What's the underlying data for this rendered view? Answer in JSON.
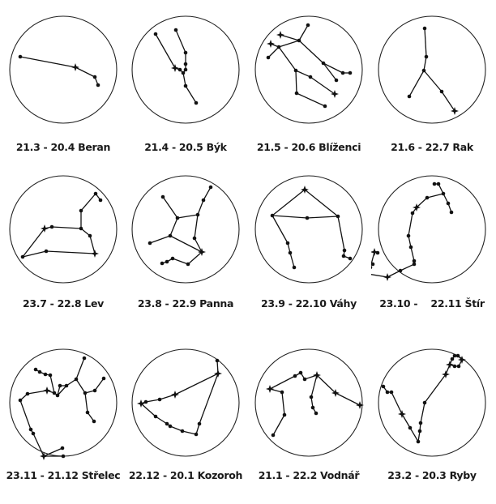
{
  "colors": {
    "ink": "#111111",
    "circle": "#222222",
    "background": "#ffffff"
  },
  "signs": [
    {
      "id": "beran",
      "name": "Beran",
      "dates": "21.3 - 20.4",
      "label": "21.3 - 20.4 Beran",
      "stars": [
        [
          -53,
          -16,
          0
        ],
        [
          15,
          -3,
          1
        ],
        [
          39,
          9,
          0
        ],
        [
          43,
          19,
          0
        ]
      ],
      "lines": [
        [
          0,
          1
        ],
        [
          1,
          2
        ],
        [
          2,
          3
        ]
      ]
    },
    {
      "id": "byk",
      "name": "Býk",
      "dates": "21.4 - 20.5",
      "label": "21.4 - 20.5 Býk",
      "stars": [
        [
          -37,
          -44,
          0
        ],
        [
          -12,
          -49,
          0
        ],
        [
          0,
          -21,
          0
        ],
        [
          0,
          -7,
          0
        ],
        [
          -13,
          -2,
          1
        ],
        [
          -7,
          0,
          0
        ],
        [
          0,
          0,
          0
        ],
        [
          -3,
          4,
          0
        ],
        [
          0,
          20,
          0
        ],
        [
          13,
          41,
          0
        ]
      ],
      "lines": [
        [
          0,
          4
        ],
        [
          4,
          5
        ],
        [
          5,
          7
        ],
        [
          1,
          2
        ],
        [
          2,
          3
        ],
        [
          3,
          6
        ],
        [
          6,
          7
        ],
        [
          7,
          8
        ],
        [
          8,
          9
        ]
      ]
    },
    {
      "id": "blizenci",
      "name": "Blíženci",
      "dates": "21.5 - 20.6",
      "label": "21.5 - 20.6 Blíženci",
      "stars": [
        [
          -35,
          -43,
          1
        ],
        [
          -47,
          -32,
          1
        ],
        [
          -50,
          -15,
          0
        ],
        [
          -37,
          -28,
          0
        ],
        [
          -12,
          -36,
          0
        ],
        [
          -1,
          -55,
          0
        ],
        [
          18,
          -8,
          0
        ],
        [
          42,
          4,
          0
        ],
        [
          51,
          4,
          0
        ],
        [
          34,
          13,
          0
        ],
        [
          -16,
          1,
          0
        ],
        [
          2,
          9,
          0
        ],
        [
          32,
          30,
          1
        ],
        [
          -15,
          29,
          0
        ],
        [
          20,
          45,
          0
        ]
      ],
      "lines": [
        [
          0,
          4
        ],
        [
          4,
          5
        ],
        [
          4,
          6
        ],
        [
          6,
          7
        ],
        [
          7,
          8
        ],
        [
          6,
          9
        ],
        [
          1,
          3
        ],
        [
          3,
          4
        ],
        [
          3,
          2
        ],
        [
          3,
          10
        ],
        [
          10,
          11
        ],
        [
          11,
          12
        ],
        [
          10,
          13
        ],
        [
          13,
          14
        ]
      ]
    },
    {
      "id": "rak",
      "name": "Rak",
      "dates": "21.6 - 22.7",
      "label": "21.6 - 22.7 Rak",
      "stars": [
        [
          -9,
          -51,
          0
        ],
        [
          -7,
          -16,
          0
        ],
        [
          -10,
          1,
          0
        ],
        [
          -28,
          33,
          0
        ],
        [
          12,
          27,
          0
        ],
        [
          28,
          51,
          1
        ]
      ],
      "lines": [
        [
          0,
          1
        ],
        [
          1,
          2
        ],
        [
          2,
          3
        ],
        [
          2,
          4
        ],
        [
          4,
          5
        ]
      ]
    },
    {
      "id": "lev",
      "name": "Lev",
      "dates": "23.7 - 22.8",
      "label": "23.7 - 22.8 Lev",
      "stars": [
        [
          40,
          -44,
          0
        ],
        [
          46,
          -36,
          0
        ],
        [
          22,
          -23,
          0
        ],
        [
          22,
          -1,
          0
        ],
        [
          33,
          8,
          0
        ],
        [
          39,
          30,
          1
        ],
        [
          -21,
          27,
          0
        ],
        [
          -50,
          34,
          0
        ],
        [
          -23,
          -1,
          1
        ],
        [
          -14,
          -3,
          0
        ]
      ],
      "lines": [
        [
          0,
          1
        ],
        [
          0,
          2
        ],
        [
          2,
          3
        ],
        [
          3,
          4
        ],
        [
          4,
          5
        ],
        [
          5,
          6
        ],
        [
          6,
          7
        ],
        [
          7,
          8
        ],
        [
          8,
          9
        ],
        [
          9,
          3
        ]
      ]
    },
    {
      "id": "panna",
      "name": "Panna",
      "dates": "23.8 - 22.9",
      "label": "23.8 - 22.9 Panna",
      "stars": [
        [
          -28,
          -40,
          0
        ],
        [
          -10,
          -14,
          0
        ],
        [
          15,
          -18,
          0
        ],
        [
          22,
          -36,
          0
        ],
        [
          31,
          -52,
          0
        ],
        [
          -19,
          8,
          0
        ],
        [
          -44,
          17,
          0
        ],
        [
          11,
          11,
          0
        ],
        [
          20,
          28,
          1
        ],
        [
          3,
          43,
          0
        ],
        [
          -16,
          36,
          0
        ],
        [
          -23,
          40,
          0
        ],
        [
          -29,
          42,
          0
        ]
      ],
      "lines": [
        [
          0,
          1
        ],
        [
          1,
          2
        ],
        [
          2,
          3
        ],
        [
          3,
          4
        ],
        [
          1,
          5
        ],
        [
          5,
          6
        ],
        [
          2,
          7
        ],
        [
          7,
          8
        ],
        [
          5,
          8
        ],
        [
          8,
          9
        ],
        [
          9,
          10
        ],
        [
          10,
          11
        ],
        [
          11,
          12
        ]
      ]
    },
    {
      "id": "vahy",
      "name": "Váhy",
      "dates": "23.9 - 22.10",
      "label": "23.9 - 22.10 Váhy",
      "stars": [
        [
          -5,
          -49,
          1
        ],
        [
          -45,
          -17,
          0
        ],
        [
          -2,
          -14,
          0
        ],
        [
          36,
          -16,
          0
        ],
        [
          -26,
          17,
          0
        ],
        [
          -23,
          29,
          0
        ],
        [
          -18,
          47,
          0
        ],
        [
          44,
          26,
          0
        ],
        [
          43,
          33,
          0
        ],
        [
          51,
          36,
          0
        ]
      ],
      "lines": [
        [
          0,
          1
        ],
        [
          0,
          3
        ],
        [
          1,
          2
        ],
        [
          2,
          3
        ],
        [
          1,
          4
        ],
        [
          4,
          5
        ],
        [
          5,
          6
        ],
        [
          3,
          7
        ],
        [
          7,
          8
        ],
        [
          8,
          9
        ]
      ]
    },
    {
      "id": "stir",
      "name": "Štír",
      "dates": "23.10 - 22.11",
      "label": "23.10 -    22.11 Štír",
      "stars": [
        [
          3,
          -56,
          0
        ],
        [
          8,
          -56,
          0
        ],
        [
          14,
          -44,
          0
        ],
        [
          20,
          -32,
          0
        ],
        [
          24,
          -21,
          0
        ],
        [
          -6,
          -39,
          0
        ],
        [
          -19,
          -27,
          1
        ],
        [
          -24,
          -20,
          0
        ],
        [
          -29,
          8,
          0
        ],
        [
          -26,
          22,
          0
        ],
        [
          -22,
          39,
          0
        ],
        [
          -22,
          43,
          0
        ],
        [
          -39,
          51,
          0
        ],
        [
          -55,
          59,
          1
        ],
        [
          -73,
          43,
          0
        ],
        [
          -76,
          47,
          0
        ],
        [
          -79,
          55,
          0
        ],
        [
          -71,
          28,
          1
        ],
        [
          -67,
          29,
          0
        ]
      ],
      "lines": [
        [
          0,
          1
        ],
        [
          1,
          2
        ],
        [
          2,
          3
        ],
        [
          3,
          4
        ],
        [
          2,
          5
        ],
        [
          5,
          6
        ],
        [
          6,
          7
        ],
        [
          7,
          8
        ],
        [
          8,
          9
        ],
        [
          9,
          10
        ],
        [
          10,
          11
        ],
        [
          11,
          12
        ],
        [
          12,
          13
        ],
        [
          13,
          16
        ],
        [
          16,
          15
        ],
        [
          15,
          17
        ],
        [
          17,
          18
        ]
      ]
    },
    {
      "id": "strelec",
      "name": "Střelec",
      "dates": "23.11 - 21.12",
      "label": "23.11 - 21.12 Střelec",
      "stars": [
        [
          -34,
          -41,
          0
        ],
        [
          -29,
          -38,
          0
        ],
        [
          -22,
          -35,
          0
        ],
        [
          -16,
          -34,
          0
        ],
        [
          -11,
          -12,
          0
        ],
        [
          -7,
          -9,
          0
        ],
        [
          -4,
          -21,
          0
        ],
        [
          4,
          -21,
          0
        ],
        [
          16,
          -29,
          0
        ],
        [
          26,
          -55,
          0
        ],
        [
          27,
          -12,
          0
        ],
        [
          39,
          -15,
          0
        ],
        [
          50,
          -30,
          0
        ],
        [
          30,
          12,
          0
        ],
        [
          38,
          23,
          0
        ],
        [
          -20,
          -15,
          1
        ],
        [
          -44,
          -11,
          0
        ],
        [
          -53,
          -3,
          0
        ],
        [
          -40,
          33,
          0
        ],
        [
          -37,
          38,
          0
        ],
        [
          -24,
          66,
          1
        ],
        [
          -1,
          56,
          0
        ],
        [
          0,
          66,
          0
        ]
      ],
      "lines": [
        [
          0,
          1
        ],
        [
          1,
          2
        ],
        [
          2,
          3
        ],
        [
          3,
          4
        ],
        [
          4,
          5
        ],
        [
          5,
          6
        ],
        [
          6,
          7
        ],
        [
          7,
          8
        ],
        [
          8,
          9
        ],
        [
          8,
          10
        ],
        [
          10,
          11
        ],
        [
          11,
          12
        ],
        [
          10,
          13
        ],
        [
          13,
          14
        ],
        [
          4,
          15
        ],
        [
          15,
          16
        ],
        [
          16,
          17
        ],
        [
          17,
          18
        ],
        [
          18,
          19
        ],
        [
          19,
          20
        ],
        [
          20,
          21
        ],
        [
          20,
          22
        ],
        [
          5,
          7
        ]
      ]
    },
    {
      "id": "kozoroh",
      "name": "Kozoroh",
      "dates": "22.12 - 20.1",
      "label": "22.12 - 20.1 Kozoroh",
      "stars": [
        [
          40,
          -36,
          1
        ],
        [
          39,
          -52,
          0
        ],
        [
          -13,
          -10,
          1
        ],
        [
          -32,
          -4,
          0
        ],
        [
          -49,
          -1,
          0
        ],
        [
          -55,
          1,
          1
        ],
        [
          -37,
          17,
          0
        ],
        [
          -23,
          26,
          0
        ],
        [
          -19,
          29,
          0
        ],
        [
          -4,
          35,
          0
        ],
        [
          13,
          39,
          0
        ],
        [
          17,
          26,
          0
        ]
      ],
      "lines": [
        [
          1,
          0
        ],
        [
          0,
          2
        ],
        [
          2,
          3
        ],
        [
          3,
          4
        ],
        [
          4,
          5
        ],
        [
          5,
          6
        ],
        [
          6,
          7
        ],
        [
          7,
          8
        ],
        [
          8,
          9
        ],
        [
          9,
          10
        ],
        [
          10,
          11
        ],
        [
          11,
          0
        ]
      ]
    },
    {
      "id": "vodnar",
      "name": "Vodnář",
      "dates": "21.1 - 22.2",
      "label": "21.1 - 22.2 Vodnář",
      "stars": [
        [
          -48,
          -17,
          1
        ],
        [
          -33,
          -13,
          0
        ],
        [
          -30,
          15,
          0
        ],
        [
          -44,
          40,
          0
        ],
        [
          -17,
          -33,
          0
        ],
        [
          -10,
          -37,
          0
        ],
        [
          -5,
          -29,
          0
        ],
        [
          10,
          -34,
          1
        ],
        [
          3,
          -7,
          0
        ],
        [
          5,
          6,
          0
        ],
        [
          9,
          13,
          0
        ],
        [
          33,
          -12,
          1
        ],
        [
          63,
          3,
          1
        ]
      ],
      "lines": [
        [
          0,
          1
        ],
        [
          1,
          2
        ],
        [
          2,
          3
        ],
        [
          0,
          4
        ],
        [
          4,
          5
        ],
        [
          5,
          6
        ],
        [
          6,
          7
        ],
        [
          7,
          8
        ],
        [
          8,
          9
        ],
        [
          9,
          10
        ],
        [
          7,
          11
        ],
        [
          11,
          12
        ]
      ]
    },
    {
      "id": "ryby",
      "name": "Ryby",
      "dates": "23.2 - 20.3",
      "label": "23.2 - 20.3 Ryby",
      "stars": [
        [
          -60,
          -20,
          0
        ],
        [
          -55,
          -13,
          0
        ],
        [
          -50,
          -13,
          0
        ],
        [
          -37,
          14,
          1
        ],
        [
          -27,
          31,
          0
        ],
        [
          -17,
          48,
          0
        ],
        [
          -15,
          35,
          0
        ],
        [
          -14,
          25,
          0
        ],
        [
          -9,
          0,
          0
        ],
        [
          17,
          -35,
          1
        ],
        [
          22,
          -47,
          1
        ],
        [
          25,
          -54,
          0
        ],
        [
          28,
          -58,
          0
        ],
        [
          32,
          -58,
          0
        ],
        [
          37,
          -53,
          1
        ],
        [
          33,
          -45,
          0
        ],
        [
          28,
          -45,
          0
        ]
      ],
      "lines": [
        [
          0,
          1
        ],
        [
          1,
          2
        ],
        [
          2,
          3
        ],
        [
          3,
          4
        ],
        [
          4,
          5
        ],
        [
          5,
          6
        ],
        [
          6,
          7
        ],
        [
          7,
          8
        ],
        [
          8,
          9
        ],
        [
          9,
          10
        ],
        [
          10,
          11
        ],
        [
          11,
          12
        ],
        [
          12,
          13
        ],
        [
          13,
          14
        ],
        [
          14,
          15
        ],
        [
          15,
          16
        ],
        [
          16,
          10
        ]
      ]
    }
  ]
}
